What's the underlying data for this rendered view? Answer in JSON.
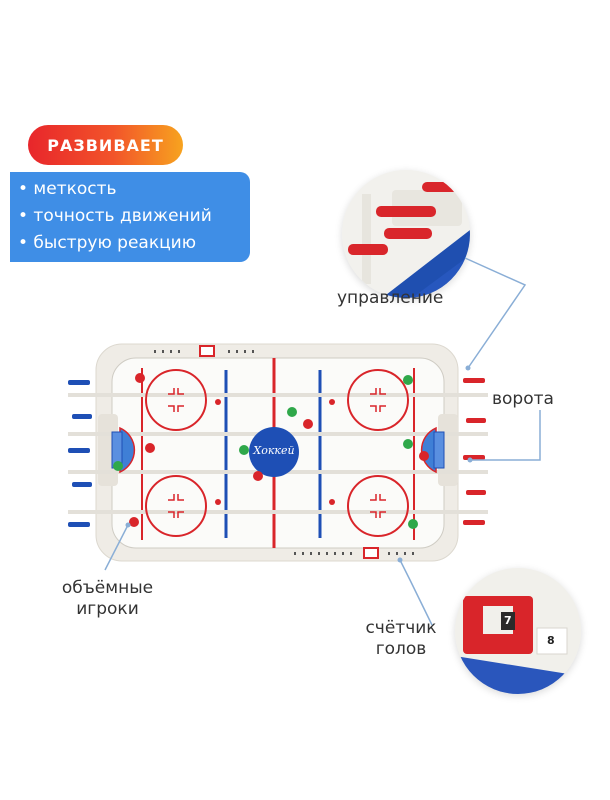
{
  "promo": {
    "develops_badge": "РАЗВИВАЕТ",
    "benefits": [
      "• меткость",
      "• точность движений",
      "• быструю реакцию"
    ]
  },
  "callouts": {
    "control": "управление",
    "goals": "ворота",
    "players_line1": "объёмные",
    "players_line2": "игроки",
    "scorer_line1": "счётчик",
    "scorer_line2": "голов"
  },
  "rink": {
    "logo_text": "Хоккей"
  },
  "scorer_zoom": {
    "digit_left": "7",
    "digit_right": "8"
  },
  "colors": {
    "badge_red": "#e8262b",
    "badge_orange": "#f7a31f",
    "benefits_blue": "#3f8ee6",
    "rink_red": "#d9252a",
    "rink_blue": "#1e4fb5",
    "leader_line": "#8aaed6"
  }
}
